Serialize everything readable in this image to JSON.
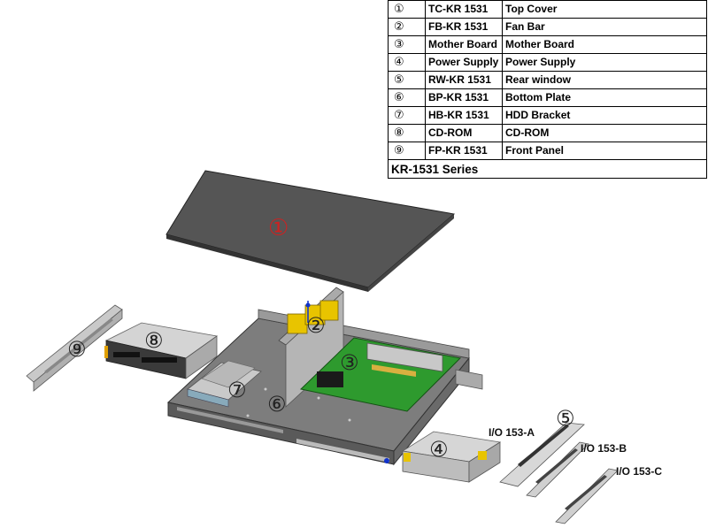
{
  "parts_table": {
    "rows": [
      {
        "num": "①",
        "code": "TC-KR 1531",
        "name": "Top  Cover"
      },
      {
        "num": "②",
        "code": "FB-KR 1531",
        "name": "Fan Bar"
      },
      {
        "num": "③",
        "code": "Mother Board",
        "name": "Mother Board"
      },
      {
        "num": "④",
        "code": "Power Supply",
        "name": "Power Supply"
      },
      {
        "num": "⑤",
        "code": "RW-KR 1531",
        "name": "Rear window"
      },
      {
        "num": "⑥",
        "code": "BP-KR 1531",
        "name": "Bottom Plate"
      },
      {
        "num": "⑦",
        "code": "HB-KR 1531",
        "name": "HDD Bracket"
      },
      {
        "num": "⑧",
        "code": "CD-ROM",
        "name": "CD-ROM"
      },
      {
        "num": "⑨",
        "code": "FP-KR 1531",
        "name": "Front Panel"
      }
    ],
    "series": "KR-1531 Series"
  },
  "callouts": {
    "top_cover": "①",
    "fan_bar": "②",
    "mother_board": "③",
    "power_supply": "④",
    "rear_window": "⑤",
    "bottom_plate": "⑥",
    "hdd_bracket": "⑦",
    "cd_rom": "⑧",
    "front_panel": "⑨"
  },
  "io_labels": {
    "a": "I/O 153-A",
    "b": "I/O 153-B",
    "c": "I/O 153-C"
  },
  "colors": {
    "top_cover": "#555555",
    "chassis": "#8a8a8a",
    "mother_board": "#2e9a2e",
    "fan": "#e8c400",
    "callout_red": "#cc2222"
  }
}
